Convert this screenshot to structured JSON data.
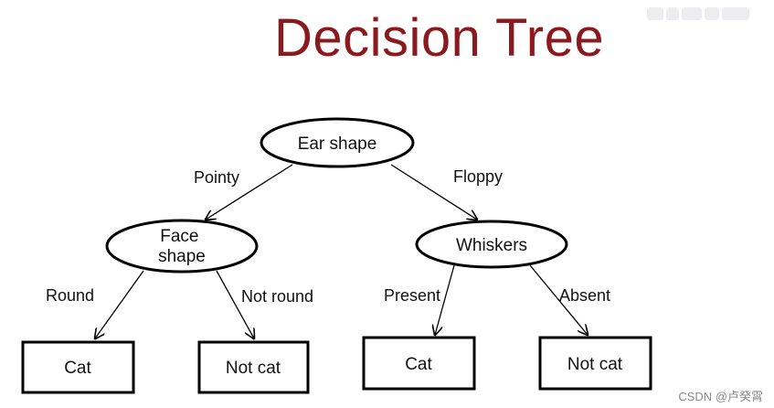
{
  "title": "Decision Tree",
  "nodes": {
    "root": "Ear shape",
    "left": [
      "Face",
      "shape"
    ],
    "right": "Whiskers",
    "leaf1": "Cat",
    "leaf2": "Not cat",
    "leaf3": "Cat",
    "leaf4": "Not cat"
  },
  "edges": {
    "root_left": "Pointy",
    "root_right": "Floppy",
    "left_leaf1": "Round",
    "left_leaf2": "Not round",
    "right_leaf3": "Present",
    "right_leaf4": "Absent"
  },
  "colors": {
    "title": "#8b1a1f",
    "stroke": "#000000",
    "watermark": "#8a8a8a"
  },
  "watermark": "CSDN @卢癸霄"
}
